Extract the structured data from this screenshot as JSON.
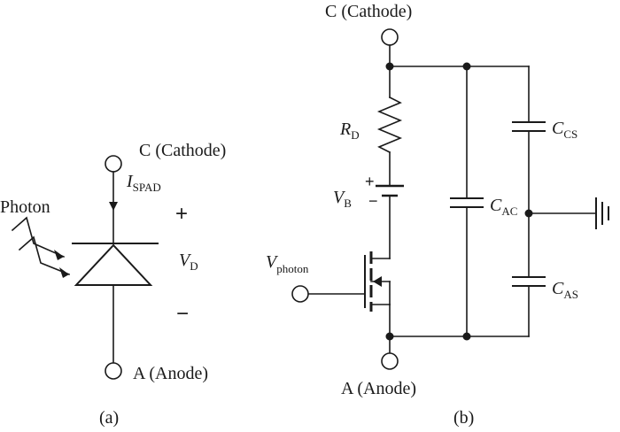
{
  "panel_a": {
    "cathode_label": "C (Cathode)",
    "anode_label": "A (Anode)",
    "photon_label": "Photon",
    "current_symbol": "I",
    "current_sub": "SPAD",
    "voltage_symbol": "V",
    "voltage_sub": "D",
    "plus_sign": "+",
    "minus_sign": "−",
    "caption": "(a)"
  },
  "panel_b": {
    "cathode_label": "C (Cathode)",
    "anode_label": "A (Anode)",
    "resistor_symbol": "R",
    "resistor_sub": "D",
    "battery_symbol": "V",
    "battery_sub": "B",
    "battery_plus": "+",
    "battery_minus": "−",
    "gate_symbol": "V",
    "gate_sub": "photon",
    "cap_cs_symbol": "C",
    "cap_cs_sub": "CS",
    "cap_ac_symbol": "C",
    "cap_ac_sub": "AC",
    "cap_as_symbol": "C",
    "cap_as_sub": "AS",
    "caption": "(b)"
  }
}
